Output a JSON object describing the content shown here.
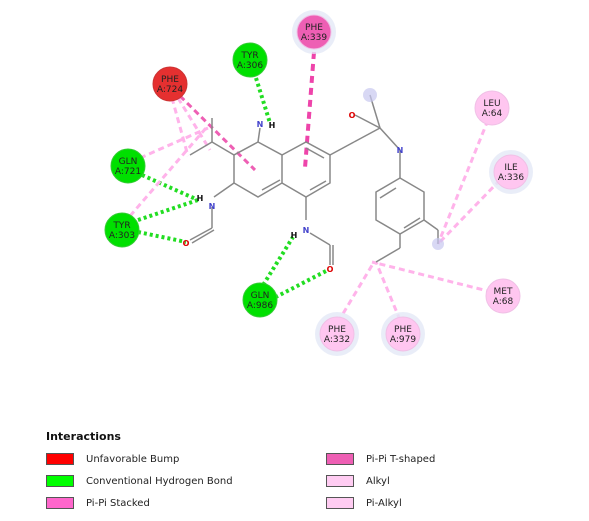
{
  "residues": [
    {
      "id": "phe339",
      "name": "PHE",
      "chain": "A:339",
      "type": "pi_t_shaped"
    },
    {
      "id": "tyr306",
      "name": "TYR",
      "chain": "A:306",
      "type": "hbond"
    },
    {
      "id": "phe724",
      "name": "PHE",
      "chain": "A:724",
      "type": "bump"
    },
    {
      "id": "leu64",
      "name": "LEU",
      "chain": "A:64",
      "type": "alkyl"
    },
    {
      "id": "gln721",
      "name": "GLN",
      "chain": "A:721",
      "type": "hbond"
    },
    {
      "id": "ile336",
      "name": "ILE",
      "chain": "A:336",
      "type": "alkyl"
    },
    {
      "id": "tyr303",
      "name": "TYR",
      "chain": "A:303",
      "type": "hbond"
    },
    {
      "id": "gln986",
      "name": "GLN",
      "chain": "A:986",
      "type": "hbond"
    },
    {
      "id": "met68",
      "name": "MET",
      "chain": "A:68",
      "type": "alkyl"
    },
    {
      "id": "phe332",
      "name": "PHE",
      "chain": "A:332",
      "type": "pi_alkyl"
    },
    {
      "id": "phe979",
      "name": "PHE",
      "chain": "A:979",
      "type": "pi_alkyl"
    }
  ],
  "atoms": {
    "n": "N",
    "h": "H",
    "o": "O"
  },
  "legend": {
    "title": "Interactions",
    "items": [
      {
        "label": "Unfavorable Bump",
        "color": "#ff0000"
      },
      {
        "label": "Conventional Hydrogen Bond",
        "color": "#00ff00"
      },
      {
        "label": "Pi-Pi Stacked",
        "color": "#ff66cc"
      },
      {
        "label": "Pi-Pi T-shaped",
        "color": "#ee5fb4"
      },
      {
        "label": "Alkyl",
        "color": "#ffccf2"
      },
      {
        "label": "Pi-Alkyl",
        "color": "#ffccf2"
      }
    ]
  },
  "colors": {
    "hbond": "#00e000",
    "bump": "#e53030",
    "pi_t_shaped": "#ee5fb4",
    "alkyl": "#ffc6f0",
    "pi_alkyl": "#ffc6f0",
    "hbond_line": "#22dd22",
    "pi_line": "#ee44aa",
    "alkyl_line": "#ffb3ea",
    "bond": "#888888",
    "nitrogen": "#4444cc",
    "oxygen": "#dd0000"
  }
}
